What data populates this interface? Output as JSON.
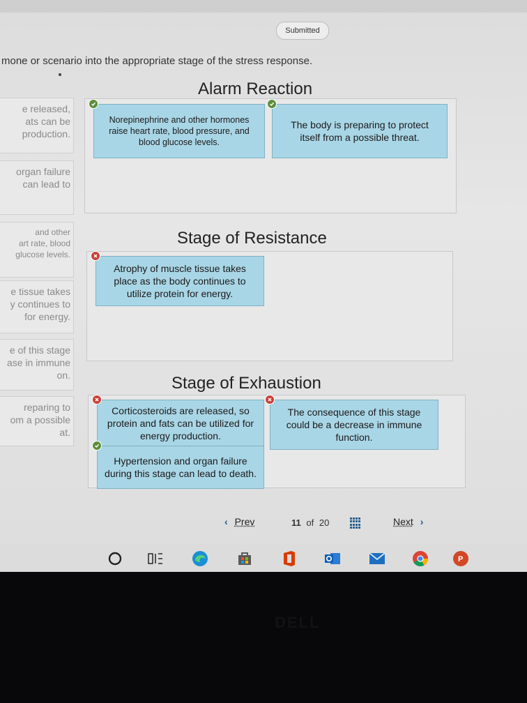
{
  "status": {
    "submitted_label": "Submitted"
  },
  "instruction": "mone or scenario into the appropriate stage of the stress response.",
  "source_items": [
    {
      "text": "e released,\nats can be\nproduction."
    },
    {
      "text": "organ failure\ncan lead to"
    },
    {
      "text": "and other\nart rate, blood\nglucose levels."
    },
    {
      "text": "e tissue takes\ny continues to\nfor energy."
    },
    {
      "text": "e of this stage\nase in immune\non."
    },
    {
      "text": "reparing to\nom a possible\nat."
    }
  ],
  "stages": [
    {
      "title": "Alarm Reaction",
      "cards": [
        {
          "text": "Norepinephrine and other hormones raise heart rate, blood pressure, and blood glucose levels.",
          "result": "correct"
        },
        {
          "text": "The body is preparing to protect itself from a possible threat.",
          "result": "correct"
        }
      ]
    },
    {
      "title": "Stage of Resistance",
      "cards": [
        {
          "text": "Atrophy of muscle tissue takes place as the body continues to utilize protein for energy.",
          "result": "incorrect"
        }
      ]
    },
    {
      "title": "Stage of Exhaustion",
      "cards": [
        {
          "text": "Corticosteroids are released, so protein and fats can be utilized for energy production.",
          "result": "incorrect"
        },
        {
          "text": "The consequence of this stage could be a decrease in immune function.",
          "result": "incorrect"
        },
        {
          "text": "Hypertension and organ failure during this stage can lead to death.",
          "result": "correct"
        }
      ]
    }
  ],
  "pagination": {
    "prev_label": "Prev",
    "next_label": "Next",
    "current": "11",
    "of_label": "of",
    "total": "20"
  },
  "taskbar": [
    "circle-search-icon",
    "task-view-icon",
    "edge-icon",
    "store-icon",
    "office-icon",
    "outlook-icon",
    "mail-icon",
    "chrome-icon",
    "powerpoint-icon"
  ],
  "colors": {
    "card_fill": "#a9d6e6",
    "correct": "#5b8f3a",
    "incorrect": "#c9413a",
    "nav_accent": "#1a5a96"
  }
}
